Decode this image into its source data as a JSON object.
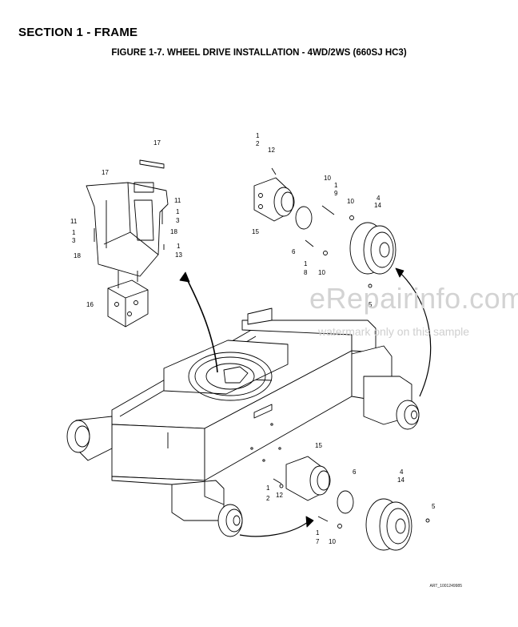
{
  "header": {
    "section_title": "SECTION 1 - FRAME",
    "figure_title": "FIGURE 1-7. WHEEL DRIVE INSTALLATION - 4WD/2WS (660SJ HC3)"
  },
  "callouts": [
    {
      "id": "c-17a",
      "text": "17"
    },
    {
      "id": "c-17b",
      "text": "17"
    },
    {
      "id": "c-11a",
      "text": "11"
    },
    {
      "id": "c-1a",
      "text": "1"
    },
    {
      "id": "c-3a",
      "text": "3"
    },
    {
      "id": "c-11b",
      "text": "11"
    },
    {
      "id": "c-1b",
      "text": "1"
    },
    {
      "id": "c-3b",
      "text": "3"
    },
    {
      "id": "c-18a",
      "text": "18"
    },
    {
      "id": "c-18b",
      "text": "18"
    },
    {
      "id": "c-1c",
      "text": "1"
    },
    {
      "id": "c-13",
      "text": "13"
    },
    {
      "id": "c-16",
      "text": "16"
    },
    {
      "id": "c-1d",
      "text": "1"
    },
    {
      "id": "c-2a",
      "text": "2"
    },
    {
      "id": "c-12a",
      "text": "12"
    },
    {
      "id": "c-10a",
      "text": "10"
    },
    {
      "id": "c-1e",
      "text": "1"
    },
    {
      "id": "c-9",
      "text": "9"
    },
    {
      "id": "c-10b",
      "text": "10"
    },
    {
      "id": "c-4a",
      "text": "4"
    },
    {
      "id": "c-14a",
      "text": "14"
    },
    {
      "id": "c-15a",
      "text": "15"
    },
    {
      "id": "c-6a",
      "text": "6"
    },
    {
      "id": "c-1f",
      "text": "1"
    },
    {
      "id": "c-8",
      "text": "8"
    },
    {
      "id": "c-10c",
      "text": "10"
    },
    {
      "id": "c-5a",
      "text": "5"
    },
    {
      "id": "c-15b",
      "text": "15"
    },
    {
      "id": "c-6b",
      "text": "6"
    },
    {
      "id": "c-4b",
      "text": "4"
    },
    {
      "id": "c-14b",
      "text": "14"
    },
    {
      "id": "c-1g",
      "text": "1"
    },
    {
      "id": "c-2b",
      "text": "2"
    },
    {
      "id": "c-12b",
      "text": "12"
    },
    {
      "id": "c-5b",
      "text": "5"
    },
    {
      "id": "c-1h",
      "text": "1"
    },
    {
      "id": "c-7",
      "text": "7"
    },
    {
      "id": "c-10d",
      "text": "10"
    }
  ],
  "footer": {
    "art_id": "ART_1001249985"
  },
  "watermark": {
    "logo": "eRepairinfo.com",
    "text": "watermark only on this sample"
  }
}
